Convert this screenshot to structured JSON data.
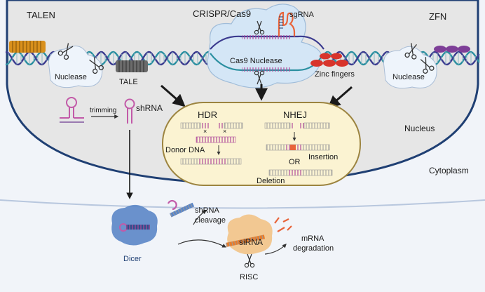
{
  "labels": {
    "talen": "TALEN",
    "crispr": "CRISPR/Cas9",
    "sgrna": "sgRNA",
    "zfn": "ZFN",
    "nuclease_left": "Nuclease",
    "tale": "TALE",
    "cas9_nuclease": "Cas9 Nuclease",
    "zinc_fingers": "Zinc fingers",
    "nuclease_right": "Nuclease",
    "trimming": "trimming",
    "shrna": "shRNA",
    "hdr": "HDR",
    "nhej": "NHEJ",
    "donor_dna": "Donor DNA",
    "or": "OR",
    "insertion": "Insertion",
    "deletion": "Deletion",
    "nucleus": "Nucleus",
    "cytoplasm": "Cytoplasm",
    "shrna_cleavage_line1": "shRNA",
    "shrna_cleavage_line2": "cleavage",
    "dicer": "Dicer",
    "sirna": "siRNA",
    "risc": "RISC",
    "mrna_degradation_line1": "mRNA",
    "mrna_degradation_line2": "degradation"
  },
  "colors": {
    "nucleus_fill": "#e6e6e6",
    "nucleus_border": "#1f3f73",
    "cytoplasm_fill": "#f1f4f9",
    "dna_strand_a": "#2a8fa0",
    "dna_strand_b": "#3b3b8f",
    "repair_box_fill": "#fbf3d2",
    "repair_box_border": "#9c8440",
    "tale_orange": "#d9901c",
    "tale_gray": "#6b6b6b",
    "zinc_finger_red": "#d8342b",
    "zfn_purple": "#7e3f98",
    "nuclease_blob": "#eef4fb",
    "cas9_blob": "#d4e6f6",
    "sgrna_orange": "#e8643a",
    "hairpin_pink": "#c25aa8",
    "dicer_blue": "#5b86c7",
    "risc_peach": "#f1c58c",
    "sirna_orange": "#e87c2a"
  },
  "icons": {
    "scissors": "scissors-icon",
    "arrow": "arrow-icon"
  }
}
